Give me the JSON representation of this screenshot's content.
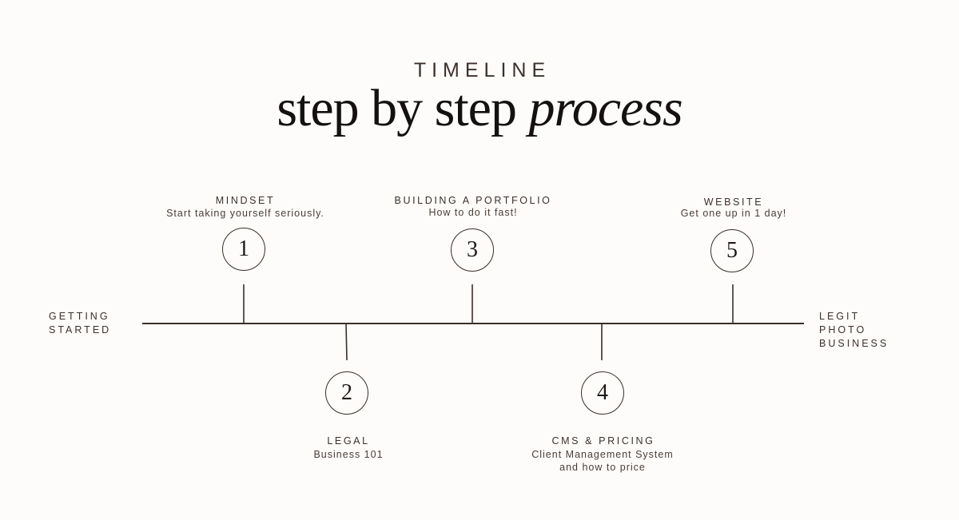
{
  "header": {
    "eyebrow": "TIMELINE",
    "headline_regular": "step by step",
    "headline_accent": "process"
  },
  "timeline": {
    "start_label": [
      "GETTING",
      "STARTED"
    ],
    "end_label": [
      "LEGIT",
      "PHOTO",
      "BUSINESS"
    ],
    "steps": [
      {
        "number": "1",
        "title": "MINDSET",
        "description": [
          "Start taking yourself seriously."
        ],
        "position": "above"
      },
      {
        "number": "2",
        "title": "LEGAL",
        "description": [
          "Business 101"
        ],
        "position": "below"
      },
      {
        "number": "3",
        "title": "BUILDING A PORTFOLIO",
        "description": [
          "How to do it fast!"
        ],
        "position": "above"
      },
      {
        "number": "4",
        "title": "CMS & PRICING",
        "description": [
          "Client Management System",
          "and how to price"
        ],
        "position": "below"
      },
      {
        "number": "5",
        "title": "WEBSITE",
        "description": [
          "Get one up in 1 day!"
        ],
        "position": "above"
      }
    ]
  },
  "colors": {
    "line": "#3a2e2a",
    "background": "#fdfcfa"
  }
}
